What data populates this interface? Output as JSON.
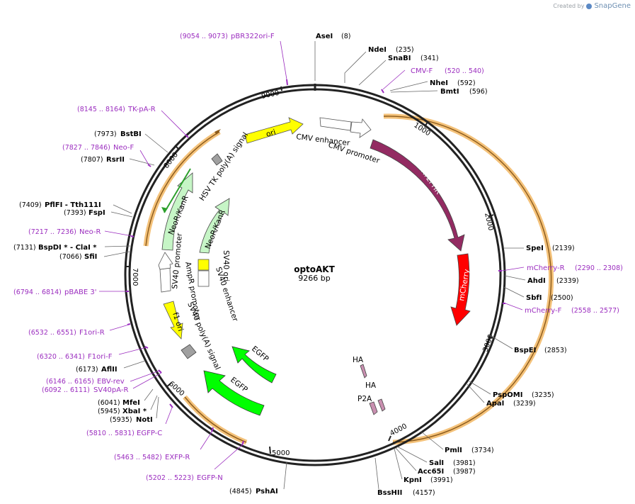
{
  "watermark": {
    "created_by": "Created by",
    "brand": "SnapGene"
  },
  "plasmid": {
    "name": "optoAKT",
    "length_label": "9266 bp",
    "length": 9266
  },
  "ticks": [
    {
      "pos": 1000,
      "label": "1000"
    },
    {
      "pos": 2000,
      "label": "2000"
    },
    {
      "pos": 3000,
      "label": "3000"
    },
    {
      "pos": 4000,
      "label": "4000"
    },
    {
      "pos": 5000,
      "label": "5000"
    },
    {
      "pos": 6000,
      "label": "6000"
    },
    {
      "pos": 7000,
      "label": "7000"
    },
    {
      "pos": 8000,
      "label": "8000"
    },
    {
      "pos": 9000,
      "label": "9000"
    }
  ],
  "sites": [
    {
      "name": "AseI",
      "pos": "(8)",
      "bp": 8
    },
    {
      "name": "NdeI",
      "pos": "(235)",
      "bp": 235
    },
    {
      "name": "SnaBI",
      "pos": "(341)",
      "bp": 341
    },
    {
      "name": "NheI",
      "pos": "(592)",
      "bp": 592
    },
    {
      "name": "BmtI",
      "pos": "(596)",
      "bp": 596
    },
    {
      "name": "SpeI",
      "pos": "(2139)",
      "bp": 2139
    },
    {
      "name": "AhdI",
      "pos": "(2339)",
      "bp": 2339
    },
    {
      "name": "SbfI",
      "pos": "(2500)",
      "bp": 2500
    },
    {
      "name": "BspEI",
      "pos": "(2853)",
      "bp": 2853
    },
    {
      "name": "PspOMI",
      "pos": "(3235)",
      "bp": 3235
    },
    {
      "name": "ApaI",
      "pos": "(3239)",
      "bp": 3239
    },
    {
      "name": "PmlI",
      "pos": "(3734)",
      "bp": 3734
    },
    {
      "name": "SalI",
      "pos": "(3981)",
      "bp": 3981
    },
    {
      "name": "Acc65I",
      "pos": "(3987)",
      "bp": 3987
    },
    {
      "name": "KpnI",
      "pos": "(3991)",
      "bp": 3991
    },
    {
      "name": "BssHII",
      "pos": "(4157)",
      "bp": 4157
    },
    {
      "name": "PshAI",
      "pos": "(4845)",
      "bp": 4845
    },
    {
      "name": "NotI",
      "pos": "(5935)",
      "bp": 5935
    },
    {
      "name": "XbaI *",
      "pos": "(5945)",
      "bp": 5945
    },
    {
      "name": "MfeI",
      "pos": "(6041)",
      "bp": 6041
    },
    {
      "name": "AflII",
      "pos": "(6173)",
      "bp": 6173
    },
    {
      "name": "SfiI",
      "pos": "(7066)",
      "bp": 7066
    },
    {
      "name": "BspDI * - ClaI *",
      "pos": "(7131)",
      "bp": 7131
    },
    {
      "name": "FspI",
      "pos": "(7393)",
      "bp": 7393
    },
    {
      "name": "PflFI - Tth111I",
      "pos": "(7409)",
      "bp": 7409
    },
    {
      "name": "RsrII",
      "pos": "(7807)",
      "bp": 7807
    },
    {
      "name": "BstBI",
      "pos": "(7973)",
      "bp": 7973
    }
  ],
  "primers": [
    {
      "name": "pBR322ori-F",
      "range": "(9054 .. 9073)"
    },
    {
      "name": "CMV-F",
      "range": "(520 .. 540)"
    },
    {
      "name": "mCherry-R",
      "range": "(2290 .. 2308)"
    },
    {
      "name": "mCherry-F",
      "range": "(2558 .. 2577)"
    },
    {
      "name": "EGFP-N",
      "range": "(5202 .. 5223)"
    },
    {
      "name": "EXFP-R",
      "range": "(5463 .. 5482)"
    },
    {
      "name": "EGFP-C",
      "range": "(5810 .. 5831)"
    },
    {
      "name": "SV40pA-R",
      "range": "(6092 .. 6111)"
    },
    {
      "name": "EBV-rev",
      "range": "(6146 .. 6165)"
    },
    {
      "name": "F1ori-F",
      "range": "(6320 .. 6341)"
    },
    {
      "name": "F1ori-R",
      "range": "(6532 .. 6551)"
    },
    {
      "name": "pBABE 3'",
      "range": "(6794 .. 6814)"
    },
    {
      "name": "Neo-R",
      "range": "(7217 .. 7236)"
    },
    {
      "name": "Neo-F",
      "range": "(7827 .. 7846)"
    },
    {
      "name": "TK-pA-R",
      "range": "(8145 .. 8164)"
    }
  ],
  "features": [
    {
      "name": "CMV enhancer",
      "color": "#ffffff"
    },
    {
      "name": "CMV promoter",
      "color": "#ffffff"
    },
    {
      "name": "CRY2PHR",
      "color": "#932b62"
    },
    {
      "name": "mCherry",
      "color": "#ff0000"
    },
    {
      "name": "HA",
      "color": "#c98fb0"
    },
    {
      "name": "HA",
      "color": "#c98fb0"
    },
    {
      "name": "P2A",
      "color": "#c98fb0"
    },
    {
      "name": "EGFP",
      "color": "#00ff00"
    },
    {
      "name": "EGFP",
      "color": "#00ff00"
    },
    {
      "name": "SV40 poly(A) signal",
      "color": "#a0a0a0"
    },
    {
      "name": "f1 ori",
      "color": "#ffff00"
    },
    {
      "name": "AmpR promoter",
      "color": "#ffffff"
    },
    {
      "name": "SV40 promoter",
      "color": "#ffffff"
    },
    {
      "name": "NeoR/KanR",
      "color": "#c6f5c6"
    },
    {
      "name": "NeoR/KanR",
      "color": "#c6f5c6"
    },
    {
      "name": "SV40 ori",
      "color": "#ffff00"
    },
    {
      "name": "SV40 enhancer",
      "color": "#ffffff"
    },
    {
      "name": "HSV TK poly(A) signal",
      "color": "#a0a0a0"
    },
    {
      "name": "ori",
      "color": "#ffff00"
    }
  ],
  "colors": {
    "backbone": "#222222",
    "primer": "#9b2dbf",
    "orf_outline": "#f4c27a",
    "orf_line": "#8b5a1b",
    "cry2": "#932b62",
    "mcherry": "#ff0000",
    "egfp": "#00ff00",
    "neo": "#c6f5c6",
    "yellow": "#ffff00",
    "grey": "#a0a0a0"
  }
}
